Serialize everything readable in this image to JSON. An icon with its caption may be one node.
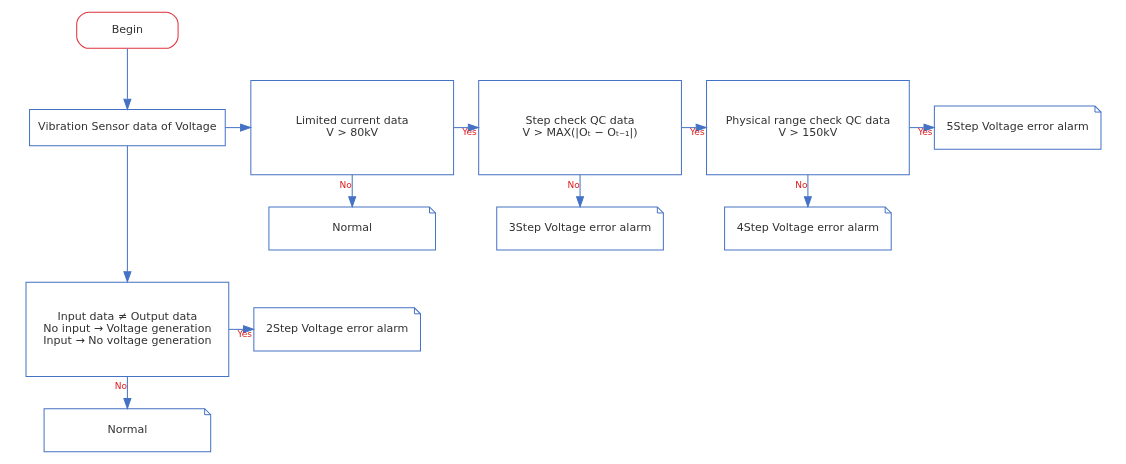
{
  "diagram": {
    "nodes": [
      {
        "text": [
          "Begin"
        ]
      },
      {
        "text": [
          "Vibration Sensor data of Voltage"
        ]
      },
      {
        "text": [
          "Limited current data",
          "V > 80kV"
        ]
      },
      {
        "text": [
          "Normal"
        ]
      },
      {
        "text": [
          "Step check QC data",
          "V > MAX(|Oₜ − Oₜ₋₁|)"
        ]
      },
      {
        "text": [
          "3Step Voltage error alarm"
        ]
      },
      {
        "text": [
          "Physical range check QC data",
          "V > 150kV"
        ]
      },
      {
        "text": [
          "4Step Voltage error alarm"
        ]
      },
      {
        "text": [
          "5Step Voltage error alarm"
        ]
      },
      {
        "text": [
          "Input data ≠ Output data",
          "No input → Voltage generation",
          "Input → No voltage generation"
        ]
      },
      {
        "text": [
          "2Step Voltage error alarm"
        ]
      },
      {
        "text": [
          "Normal"
        ]
      }
    ],
    "edges": [
      {
        "from": 0,
        "to": 1,
        "arrow": "to"
      },
      {
        "from": 1,
        "to": 2,
        "arrow": "to"
      },
      {
        "from": 2,
        "to": 4,
        "arrow": "to",
        "label": "Yes"
      },
      {
        "from": 2,
        "to": 3,
        "arrow": "to",
        "label": "No"
      },
      {
        "from": 4,
        "to": 6,
        "arrow": "to",
        "label": "Yes"
      },
      {
        "from": 4,
        "to": 5,
        "arrow": "to",
        "label": "No"
      },
      {
        "from": 6,
        "to": 8,
        "arrow": "to",
        "label": "Yes"
      },
      {
        "from": 6,
        "to": 7,
        "arrow": "to",
        "label": "No"
      },
      {
        "from": 1,
        "to": 9,
        "arrow": "to"
      },
      {
        "from": 9,
        "to": 10,
        "arrow": "to",
        "label": "Yes"
      },
      {
        "from": 9,
        "to": 11,
        "arrow": "to",
        "label": "No"
      }
    ]
  }
}
